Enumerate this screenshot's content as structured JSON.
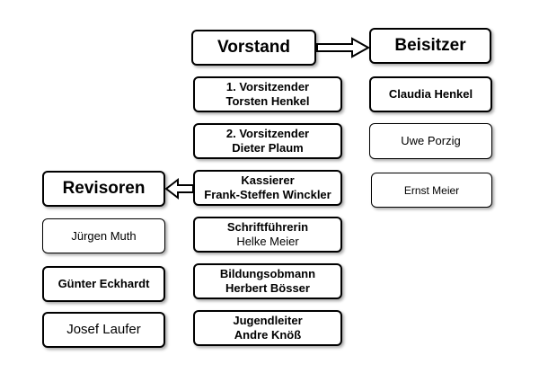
{
  "vorstand": {
    "title": "Vorstand",
    "members": [
      {
        "role": "1. Vorsitzender",
        "name": "Torsten Henkel"
      },
      {
        "role": "2. Vorsitzender",
        "name": "Dieter Plaum"
      },
      {
        "role": "Kassierer",
        "name": "Frank-Steffen Winckler"
      },
      {
        "role": "Schriftführerin",
        "name": "Helke Meier"
      },
      {
        "role": "Bildungsobmann",
        "name": "Herbert Bösser"
      },
      {
        "role": "Jugendleiter",
        "name": "Andre Knöß"
      }
    ]
  },
  "beisitzer": {
    "title": "Beisitzer",
    "members": [
      "Claudia Henkel",
      "Uwe Porzig",
      "Ernst Meier"
    ]
  },
  "revisoren": {
    "title": "Revisoren",
    "members": [
      "Jürgen Muth",
      "Günter Eckhardt",
      "Josef Laufer"
    ]
  }
}
